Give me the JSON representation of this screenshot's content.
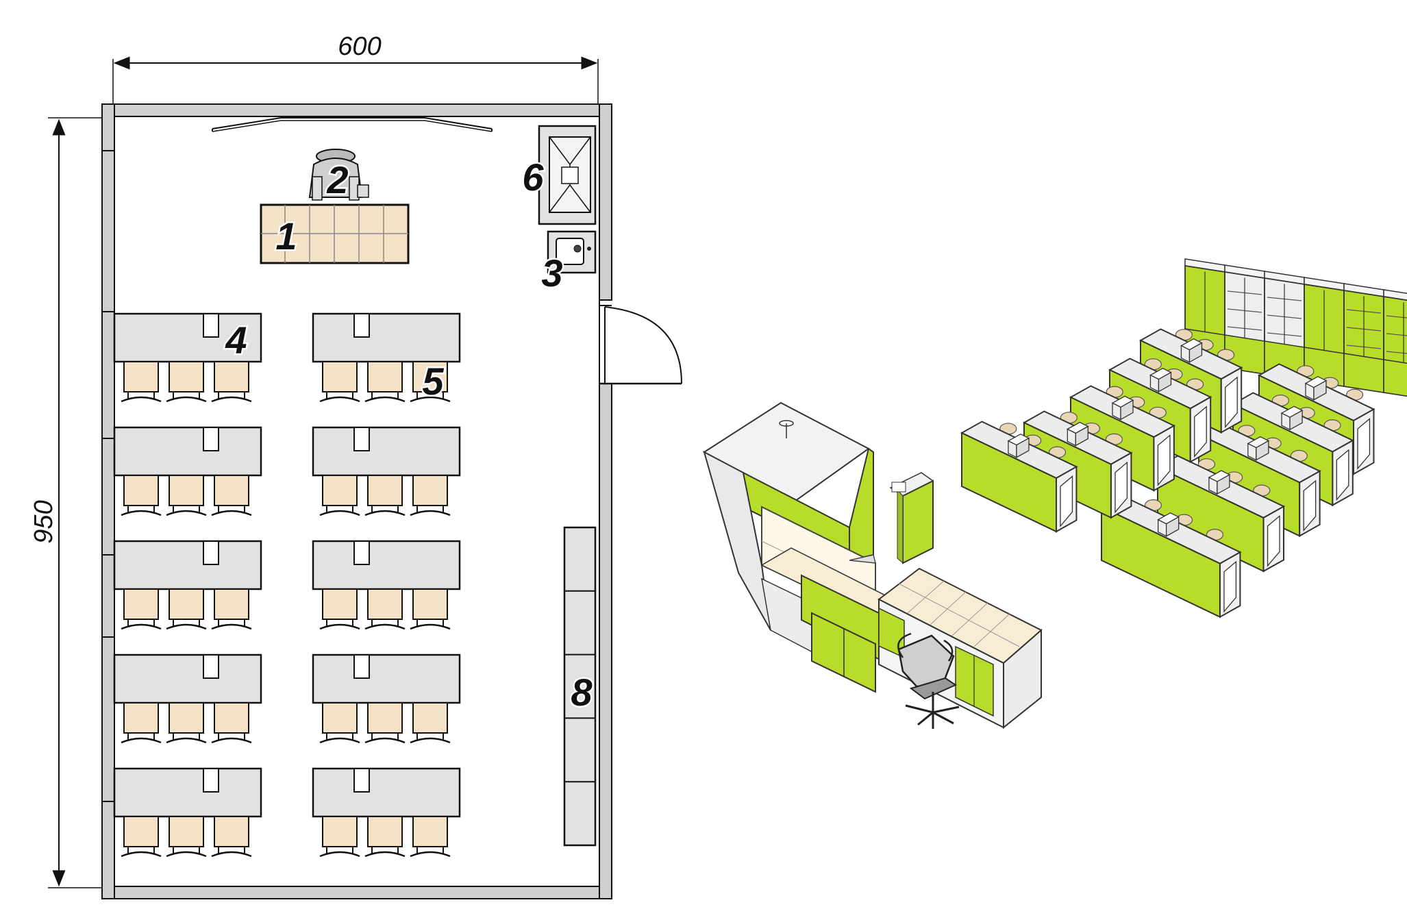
{
  "dimensions": {
    "width_label": "600",
    "height_label": "950"
  },
  "callouts": {
    "teacher_desk": "1",
    "teacher_chair": "2",
    "sink": "3",
    "student_bench": "4",
    "student_stool": "5",
    "fume_hood": "6",
    "wall_cabinets": "8"
  },
  "colors": {
    "wall": "#cfcfcf",
    "bench_top": "#e2e2e2",
    "stool": "#f3e2c6",
    "desk_tile": "#f3e2c6",
    "cabinet_green": "#b8dc2a",
    "cabinet_top": "#ececec",
    "outline": "#111111"
  },
  "plan": {
    "bench_rows": 5,
    "bench_columns": 2,
    "stools_per_bench": 3,
    "cabinet_sections": 5
  },
  "perspective": {
    "left_bench_rows": 5,
    "right_bench_rows": 5,
    "cabinet_units": 6
  }
}
